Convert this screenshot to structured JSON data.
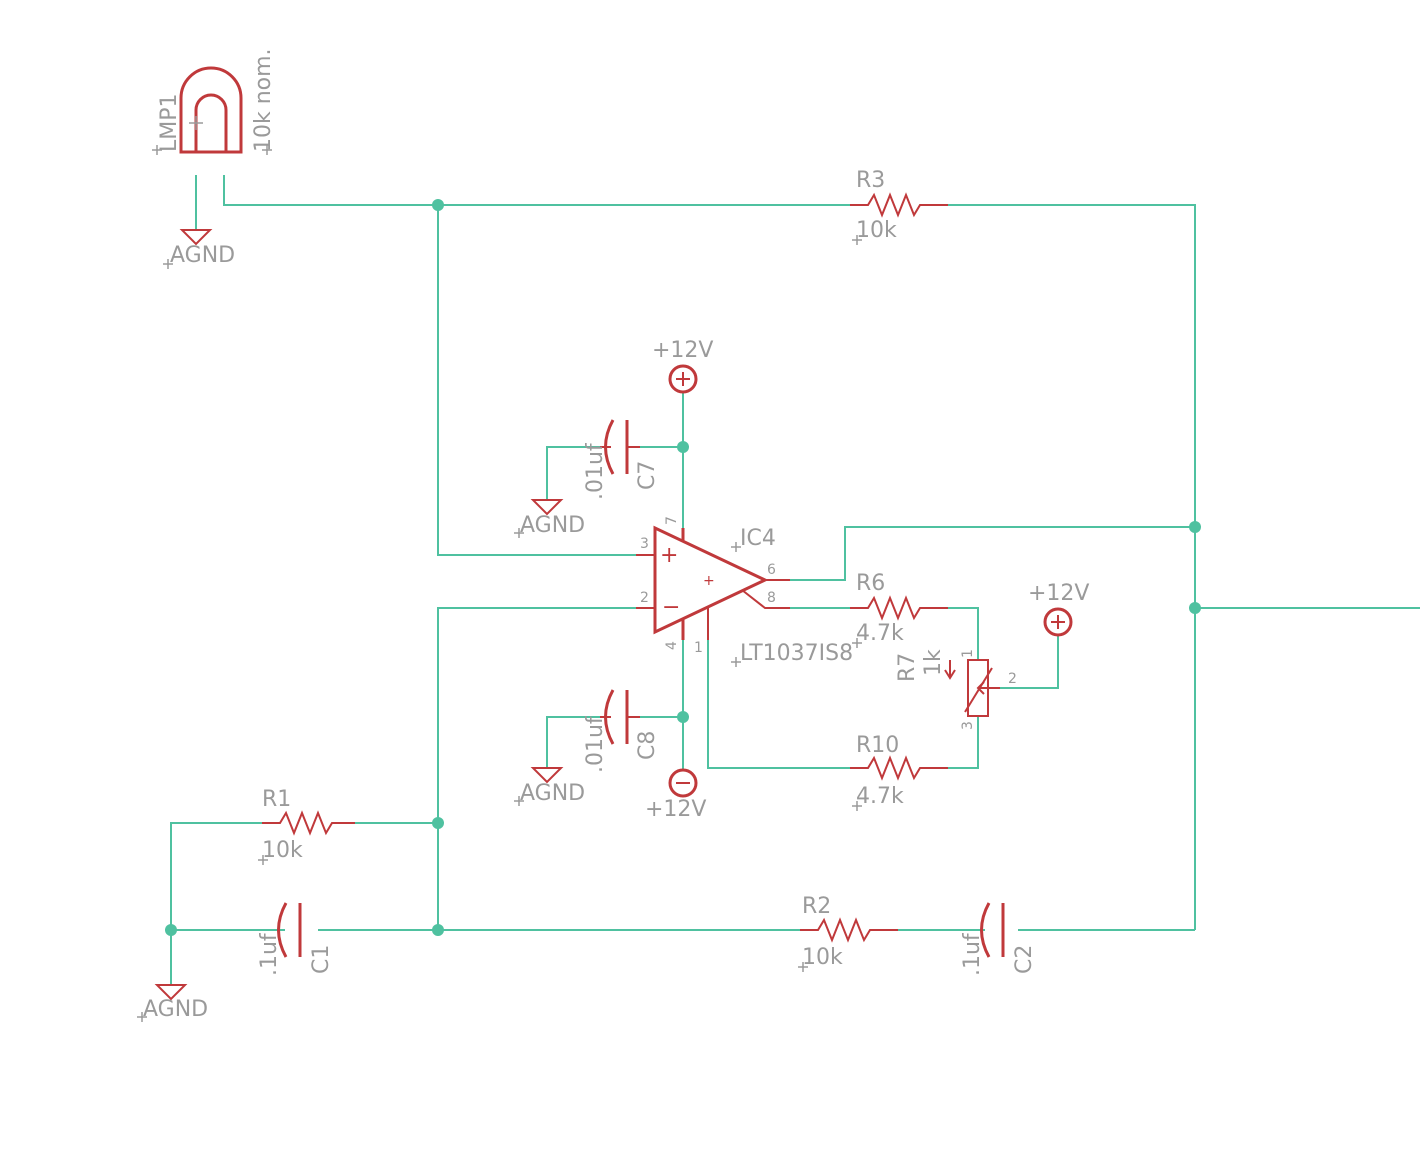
{
  "labels": {
    "lmp1_name": "LMP1",
    "lmp1_value": "10k nom.",
    "agnd_lamp": "AGND",
    "agnd_c7": "AGND",
    "agnd_c8": "AGND",
    "agnd_bottom": "AGND",
    "pwr_top": "+12V",
    "pwr_neg": "+12V",
    "pwr_r7": "+12V",
    "r3_name": "R3",
    "r3_value": "10k",
    "r6_name": "R6",
    "r6_value": "4.7k",
    "r10_name": "R10",
    "r10_value": "4.7k",
    "r1_name": "R1",
    "r1_value": "10k",
    "r2_name": "R2",
    "r2_value": "10k",
    "r7_name": "R7",
    "r7_value": "1k",
    "c7_name": "C7",
    "c7_value": ".01uf",
    "c8_name": "C8",
    "c8_value": ".01uf",
    "c1_name": "C1",
    "c1_value": ".1uf",
    "c2_name": "C2",
    "c2_value": ".1uf",
    "ic_name": "IC4",
    "ic_value": "LT1037IS8"
  },
  "pins": {
    "p3": "3",
    "p2": "2",
    "p7": "7",
    "p4": "4",
    "p6": "6",
    "p8": "8",
    "p1": "1",
    "r7_p1": "1",
    "r7_p2": "2",
    "r7_p3": "3"
  },
  "colors": {
    "wire": "#4fc1a0",
    "part": "#c0393b",
    "label": "#9a9a9a",
    "background": "#ffffff"
  }
}
